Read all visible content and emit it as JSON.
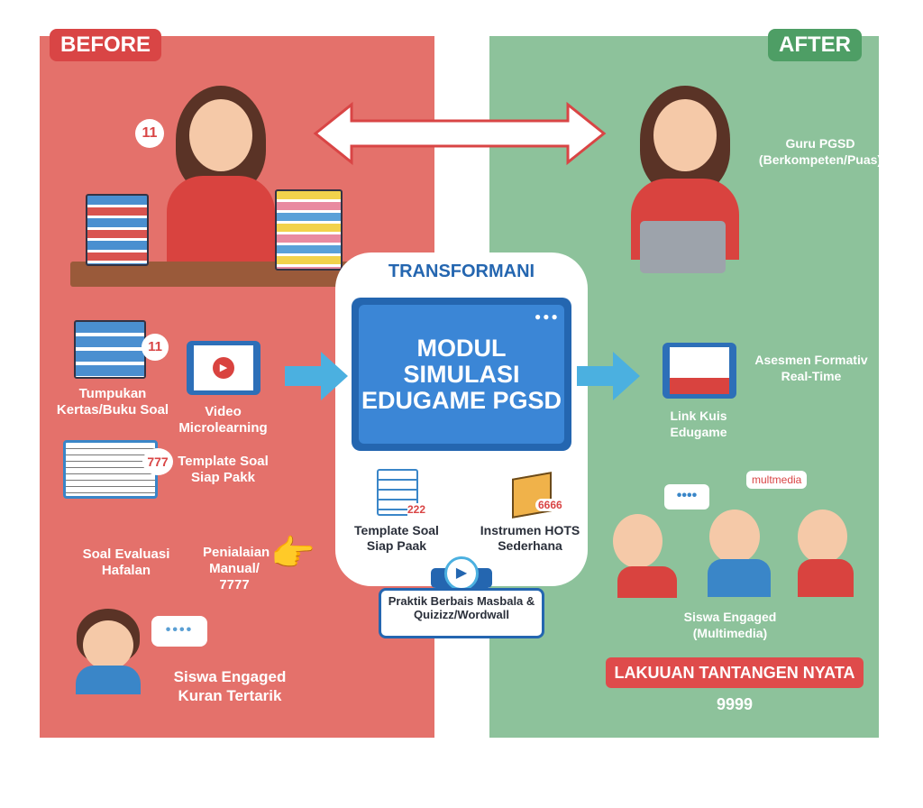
{
  "before": {
    "badge": "BEFORE",
    "items": {
      "books": "Tumpukan Kertas/Buku Soal",
      "books_count": "11",
      "teacher_count": "11",
      "video": "Video Microlearning",
      "template": "Template Soal Siap Pakk",
      "template_count": "777",
      "soal": "Soal Evaluasi Hafalan",
      "penilaian": "Penialaian Manual/ 7777",
      "siswa": "Siswa Engaged Kuran Tertarik"
    }
  },
  "after": {
    "badge": "AFTER",
    "items": {
      "guru": "Guru PGSD (Berkompeten/Puas)",
      "asesmen": "Asesmen Formativ Real-Time",
      "link": "Link Kuis Edugame",
      "bubble": "multmedia",
      "siswa": "Siswa Engaged (Multimedia)",
      "banner": "LAKUUAN TANTANGEN NYATA",
      "number": "9999"
    }
  },
  "center": {
    "title": "TRANSFORMANI",
    "modul": "MODUL SIMULASI EDUGAME PGSD",
    "template": "Template Soal Siap Paak",
    "template_count": "222",
    "hots": "Instrumen HOTS Sederhana",
    "hots_count": "6666",
    "praktik": "Praktik Berbais Masbala & Quizizz/Wordwall"
  },
  "colors": {
    "red": "#E4716B",
    "green": "#8DC29B",
    "blue": "#2466B0"
  }
}
